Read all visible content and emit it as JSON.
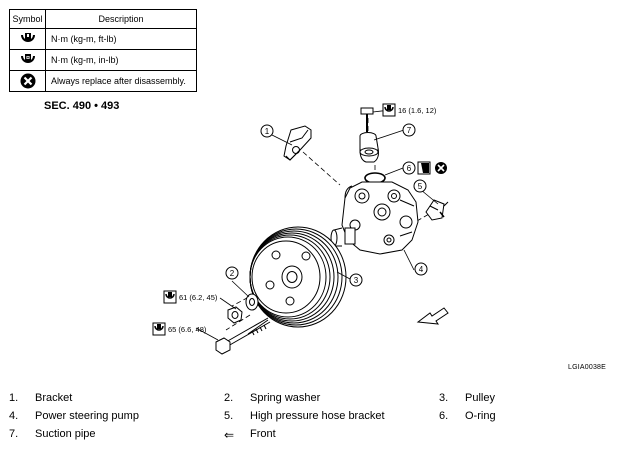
{
  "legend": {
    "header_symbol": "Symbol",
    "header_description": "Description",
    "rows": [
      {
        "icon": "torque-wrench-icon",
        "description": "N·m (kg-m, ft-lb)"
      },
      {
        "icon": "torque-wrench-inlb-icon",
        "description": "N·m (kg-m, in-lb)"
      },
      {
        "icon": "always-replace-icon",
        "description": "Always replace after disassembly."
      }
    ]
  },
  "section": "SEC. 490 • 493",
  "callouts": {
    "c1": "1",
    "c2": "2",
    "c3": "3",
    "c4": "4",
    "c5": "5",
    "c6": "6",
    "c7": "7"
  },
  "torques": {
    "bolt_top": "16 (1.6, 12)",
    "nut": "61 (6.2, 45)",
    "bolt_long": "65 (6.6, 48)"
  },
  "reference_code": "LGIA0038E",
  "parts": [
    {
      "number": "1.",
      "name": "Bracket"
    },
    {
      "number": "2.",
      "name": "Spring washer"
    },
    {
      "number": "3.",
      "name": "Pulley"
    },
    {
      "number": "4.",
      "name": "Power steering pump"
    },
    {
      "number": "5.",
      "name": "High pressure hose bracket"
    },
    {
      "number": "6.",
      "name": "O-ring"
    },
    {
      "number": "7.",
      "name": "Suction pipe"
    },
    {
      "number": "⇐",
      "name": "Front"
    }
  ]
}
